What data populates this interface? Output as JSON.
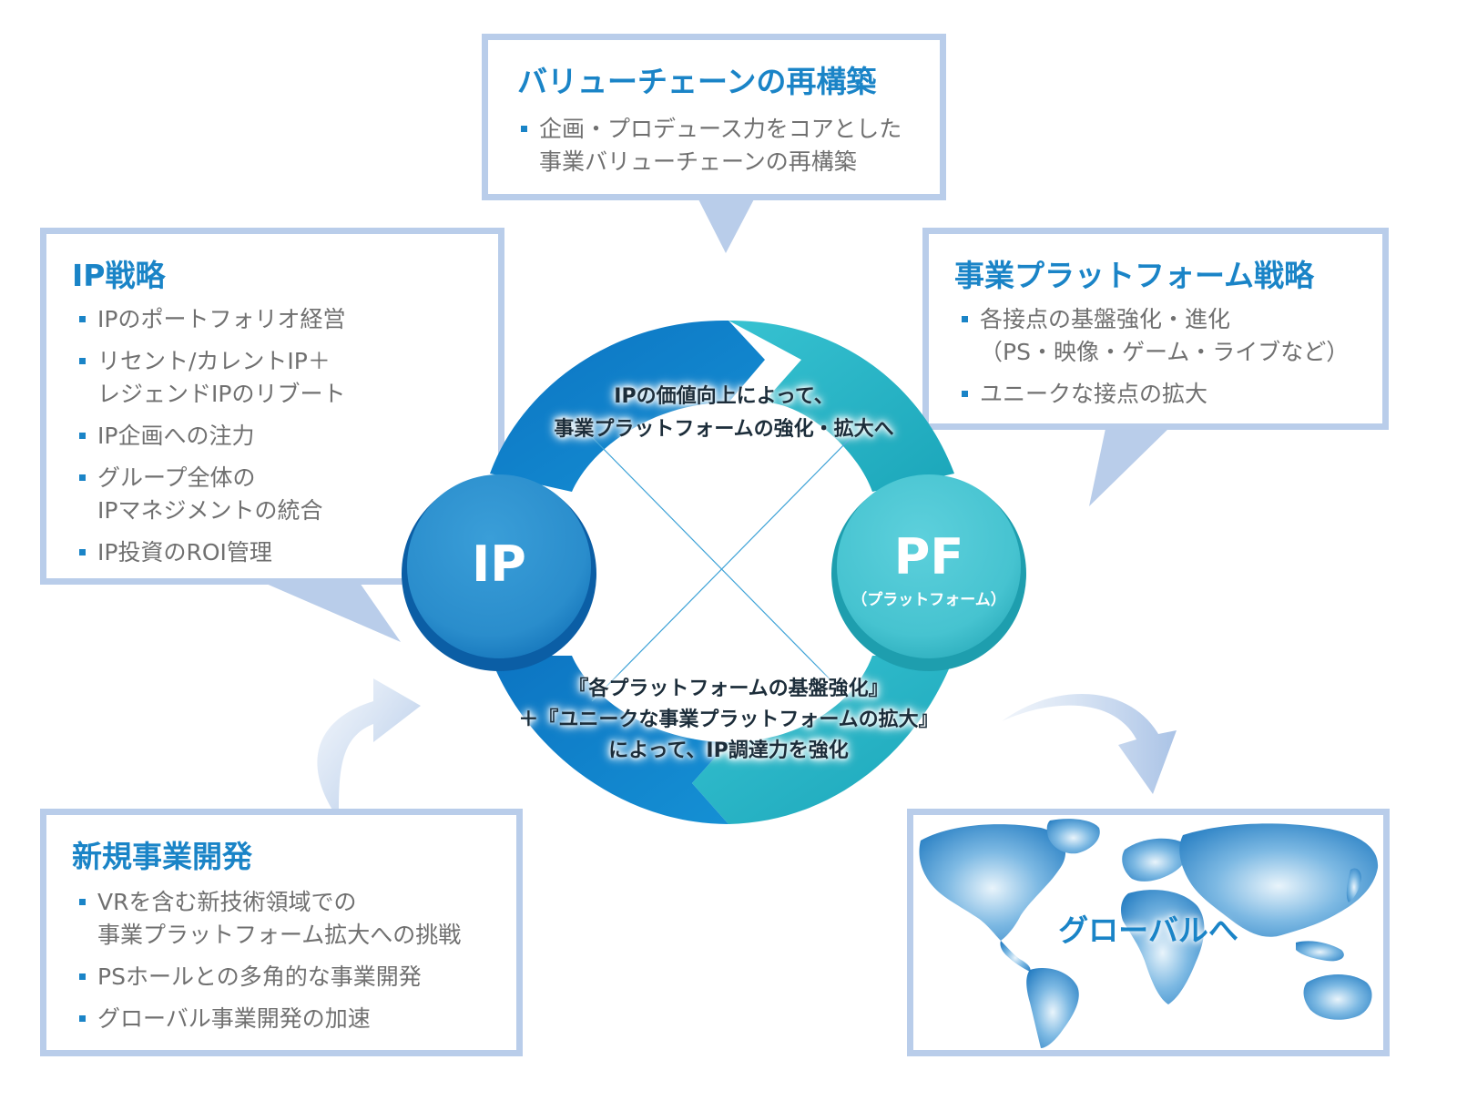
{
  "value_chain": {
    "title": "バリューチェーンの再構築",
    "items": [
      {
        "lines": [
          "企画・プロデュース力をコアとした",
          "事業バリューチェーンの再構築"
        ]
      }
    ]
  },
  "ip_strategy": {
    "title": "IP戦略",
    "items": [
      {
        "lines": [
          "IPのポートフォリオ経営"
        ]
      },
      {
        "lines": [
          "リセント/カレントIP＋",
          "レジェンドIPのリブート"
        ]
      },
      {
        "lines": [
          "IP企画への注力"
        ]
      },
      {
        "lines": [
          "グループ全体の",
          "IPマネジメントの統合"
        ]
      },
      {
        "lines": [
          "IP投資のROI管理"
        ]
      }
    ]
  },
  "platform_strategy": {
    "title": "事業プラットフォーム戦略",
    "items": [
      {
        "lines": [
          "各接点の基盤強化・進化",
          "（PS・映像・ゲーム・ライブなど）"
        ]
      },
      {
        "lines": [
          "ユニークな接点の拡大"
        ]
      }
    ]
  },
  "new_business": {
    "title": "新規事業開発",
    "items": [
      {
        "lines": [
          "VRを含む新技術領域での",
          "事業プラットフォーム拡大への挑戦"
        ]
      },
      {
        "lines": [
          "PSホールとの多角的な事業開発"
        ]
      },
      {
        "lines": [
          "グローバル事業開発の加速"
        ]
      }
    ]
  },
  "cycle": {
    "top_text": [
      "IPの価値向上によって、",
      "事業プラットフォームの強化・拡大へ"
    ],
    "bottom_text": [
      "『各プラットフォームの基盤強化』",
      "＋『ユニークな事業プラットフォームの拡大』",
      "によって、IP調達力を強化"
    ],
    "ip_label": "IP",
    "pf_label": "PF",
    "pf_sublabel": "（プラットフォーム）"
  },
  "global": {
    "label": "グローバルへ"
  },
  "colors": {
    "accent_blue": "#1a84c7",
    "dark_blue": "#0a6bb8",
    "teal": "#2bb8c9",
    "box_border": "#b9cdea",
    "body_text": "#707070"
  }
}
